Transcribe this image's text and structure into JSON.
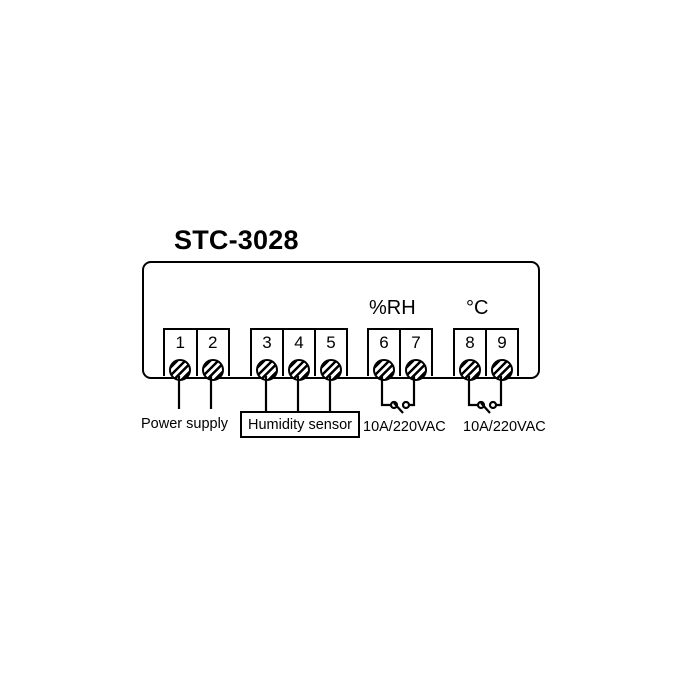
{
  "title": "STC-3028",
  "channels": {
    "humidity_relay_label": "%RH",
    "temperature_relay_label": "°C"
  },
  "terminal_blocks": [
    {
      "id": "power",
      "terminals": [
        "1",
        "2"
      ]
    },
    {
      "id": "sensor",
      "terminals": [
        "3",
        "4",
        "5"
      ]
    },
    {
      "id": "humidity-relay",
      "terminals": [
        "6",
        "7"
      ]
    },
    {
      "id": "temperature-relay",
      "terminals": [
        "8",
        "9"
      ]
    }
  ],
  "labels": {
    "power_supply": "Power supply",
    "humidity_sensor": "Humidity sensor",
    "humidity_relay_rating": "10A/220VAC",
    "temperature_relay_rating": "10A/220VAC"
  },
  "icons": {
    "terminal_screw": "screw-terminal-icon",
    "relay_contact": "relay-switch-icon"
  },
  "colors": {
    "line": "#000000",
    "background": "#ffffff"
  }
}
